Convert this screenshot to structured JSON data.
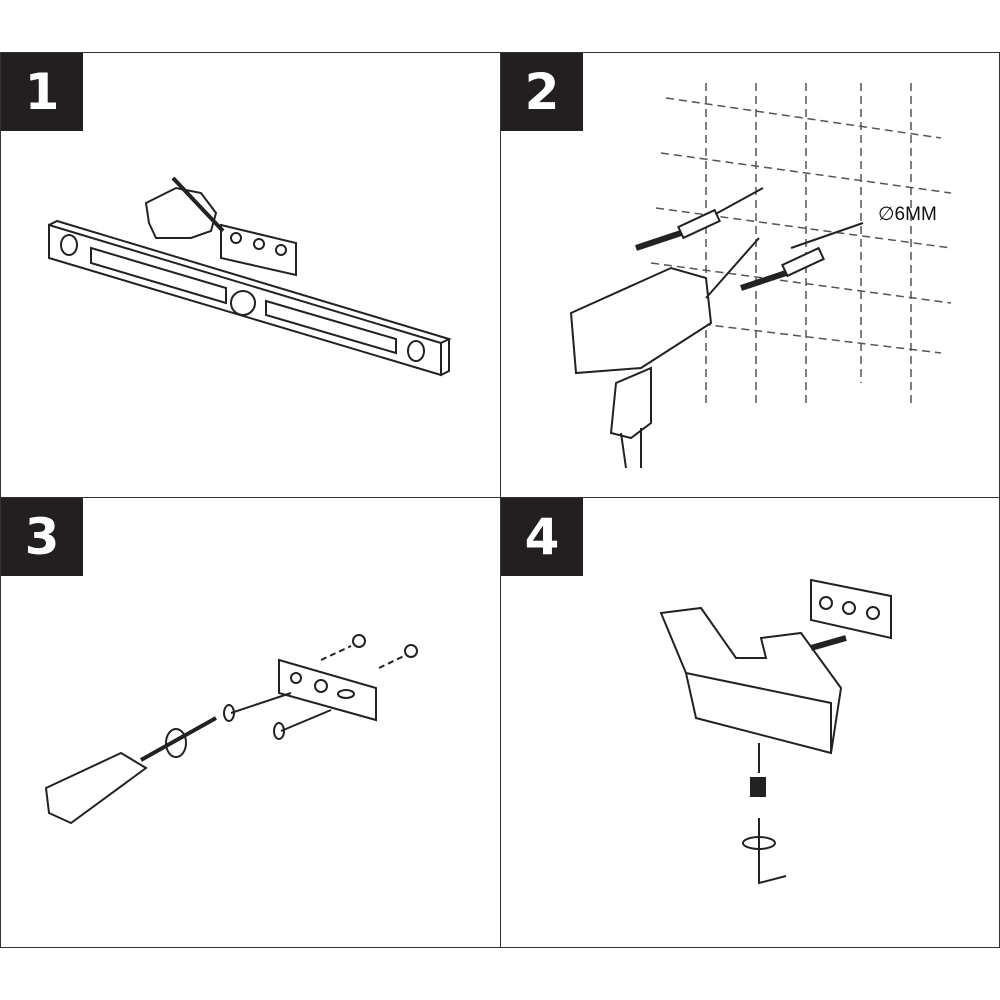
{
  "steps": [
    {
      "number": "1"
    },
    {
      "number": "2",
      "drill_size_label": "∅6MM"
    },
    {
      "number": "3"
    },
    {
      "number": "4"
    }
  ]
}
